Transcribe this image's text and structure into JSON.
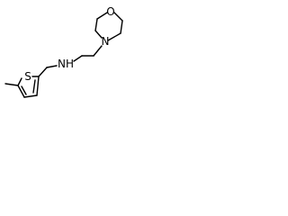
{
  "molecule": {
    "atoms": {
      "oxygen": "O",
      "ring_nitrogen": "N",
      "amine": "NH",
      "sulfur": "S"
    }
  }
}
